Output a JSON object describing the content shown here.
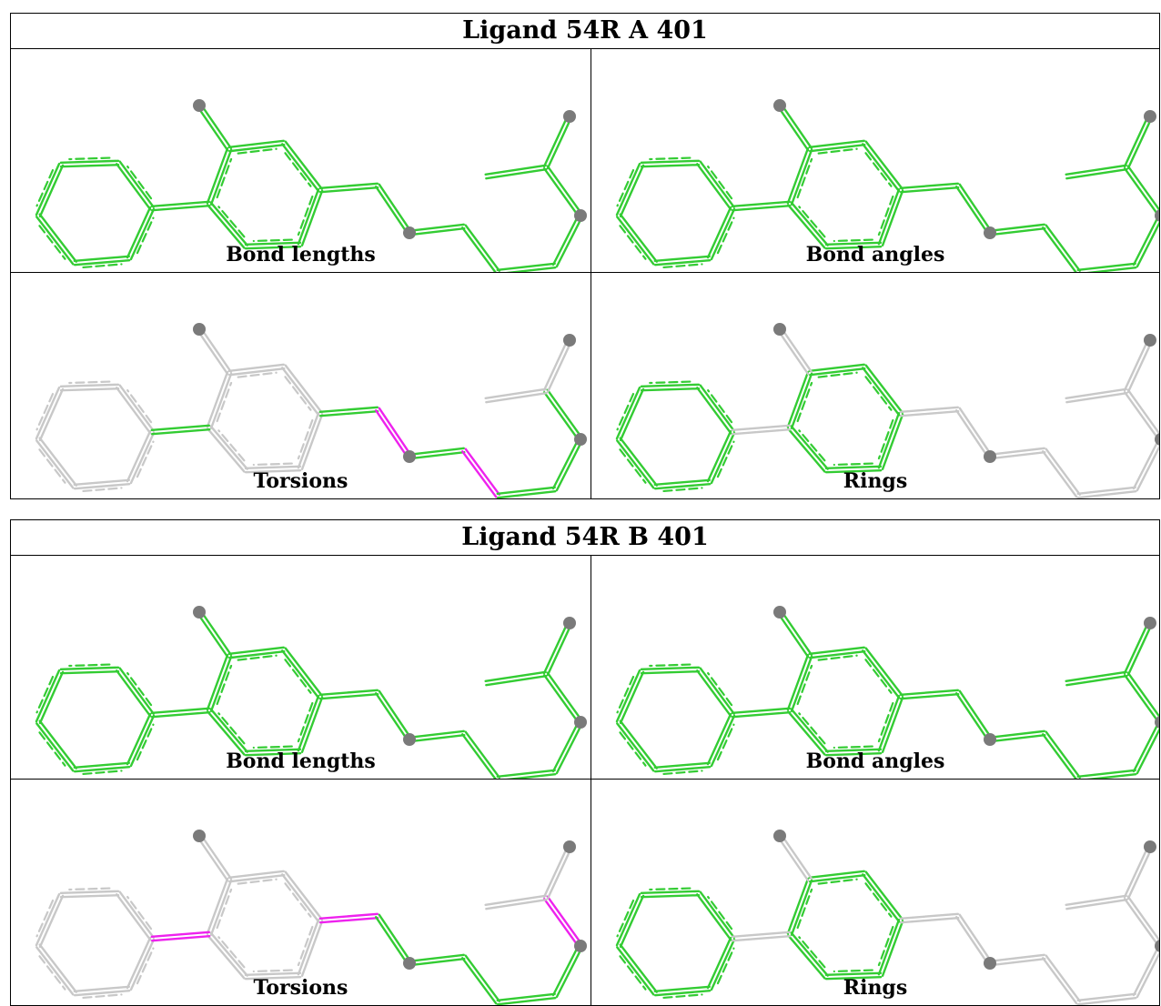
{
  "colors": {
    "ok": "#33cc33",
    "outlier": "#ee22ee",
    "neutral": "#c8c8c8",
    "atom": "#7a7a7a"
  },
  "panels": [
    {
      "title": "Ligand 54R A 401",
      "cells": [
        {
          "label": "Bond lengths",
          "mode": "all_ok"
        },
        {
          "label": "Bond angles",
          "mode": "all_ok"
        },
        {
          "label": "Torsions",
          "mode": "torsions",
          "outlier_bonds": [
            "C11-C12",
            "C13-C14"
          ]
        },
        {
          "label": "Rings",
          "mode": "rings"
        }
      ]
    },
    {
      "title": "Ligand 54R B 401",
      "cells": [
        {
          "label": "Bond lengths",
          "mode": "all_ok"
        },
        {
          "label": "Bond angles",
          "mode": "all_ok"
        },
        {
          "label": "Torsions",
          "mode": "torsions",
          "outlier_bonds": [
            "C4-C5",
            "C12-C13",
            "C15-C16"
          ]
        },
        {
          "label": "Rings",
          "mode": "rings"
        }
      ]
    }
  ]
}
